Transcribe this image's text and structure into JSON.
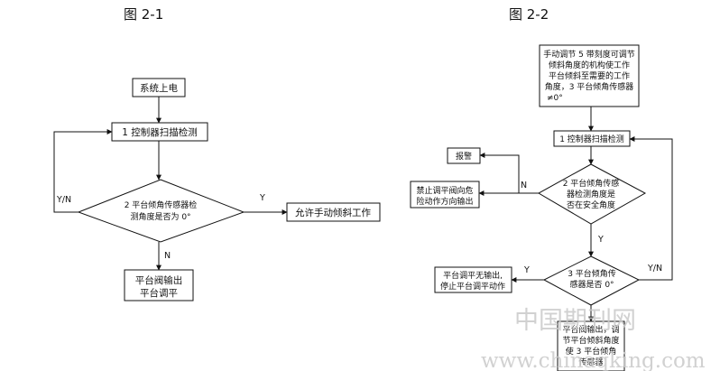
{
  "figures": {
    "left_title": "图 2-1",
    "right_title": "图 2-2"
  },
  "left": {
    "power_on": "系统上电",
    "scan": "1 控制器扫描检测",
    "decision_l1": "2 平台倾角传感器检",
    "decision_l2": "测角度是否为 0°",
    "allow_tilt": "允许手动倾斜工作",
    "leveling_l1": "平台阀输出",
    "leveling_l2": "平台调平",
    "label_yn": "Y/N",
    "label_y": "Y",
    "label_n": "N"
  },
  "right": {
    "manual_l1": "手动调节 5 带刻度可调节",
    "manual_l2": "倾斜角度的机构使工作",
    "manual_l3": "平台倾斜至需要的工作",
    "manual_l4": "角度，3 平台倾角传感器",
    "manual_l5": "≠0°",
    "scan": "1 控制器扫描检测",
    "safe_l1": "2 平台倾角传感",
    "safe_l2": "器检测角度是",
    "safe_l3": "否在安全角度",
    "alarm": "报警",
    "forbid_l1": "禁止调平阀向危",
    "forbid_l2": "险动作方向输出",
    "zero_l1": "3 平台倾角传",
    "zero_l2": "感器是否 0°",
    "no_output_l1": "平台调平无输出,",
    "no_output_l2": "停止平台调平动作",
    "valve_l1": "平台阀输出，调",
    "valve_l2": "节平台倾斜角度",
    "valve_l3": "使 3 平台倾角",
    "valve_l4": "传感器",
    "label_n1": "N",
    "label_y1": "Y",
    "label_y2": "Y",
    "label_yn": "Y/N"
  },
  "watermark": {
    "cn": "中国期刊网",
    "url": "www.chinaqking.com"
  }
}
